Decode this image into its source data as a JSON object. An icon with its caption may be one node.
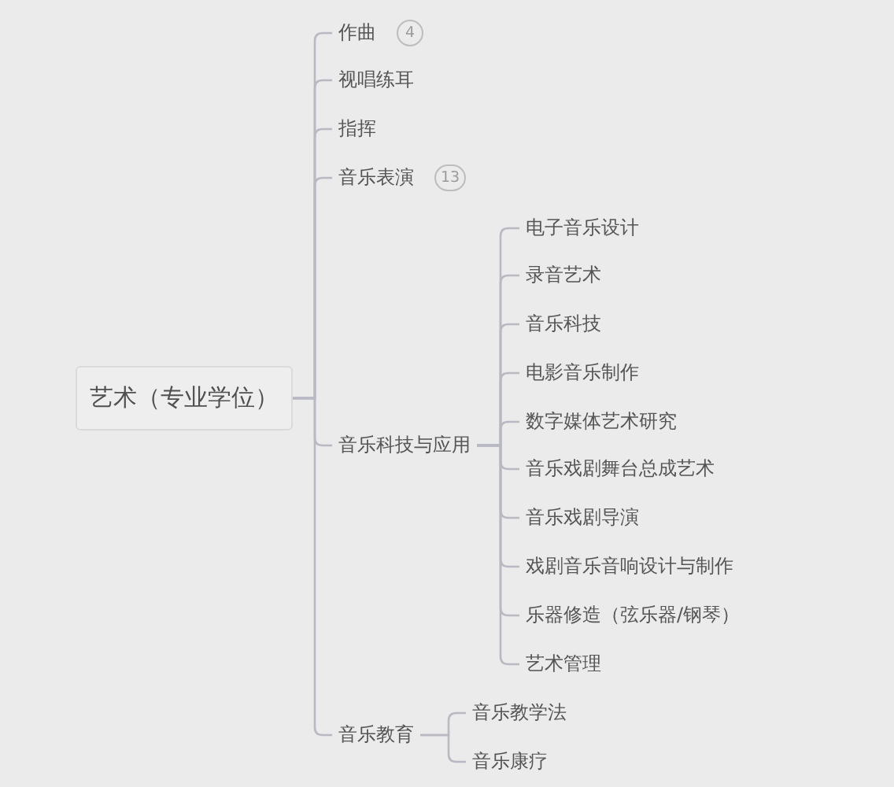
{
  "diagram": {
    "nodes": [
      {
        "text": [
          "艺术（专业学位）"
        ]
      },
      {
        "text": [
          "作曲"
        ],
        "beside": [
          "4"
        ]
      },
      {
        "text": [
          "视唱练耳"
        ]
      },
      {
        "text": [
          "指挥"
        ]
      },
      {
        "text": [
          "音乐表演"
        ],
        "beside": [
          "13"
        ]
      },
      {
        "text": [
          "音乐科技与应用"
        ]
      },
      {
        "text": [
          "电子音乐设计"
        ]
      },
      {
        "text": [
          "录音艺术"
        ]
      },
      {
        "text": [
          "音乐科技"
        ]
      },
      {
        "text": [
          "电影音乐制作"
        ]
      },
      {
        "text": [
          "数字媒体艺术研究"
        ]
      },
      {
        "text": [
          "音乐戏剧舞台总成艺术"
        ]
      },
      {
        "text": [
          "音乐戏剧导演"
        ]
      },
      {
        "text": [
          "戏剧音乐音响设计与制作"
        ]
      },
      {
        "text": [
          "乐器修造（弦乐器/钢琴）"
        ]
      },
      {
        "text": [
          "艺术管理"
        ]
      },
      {
        "text": [
          "音乐教育"
        ]
      },
      {
        "text": [
          "音乐教学法"
        ]
      },
      {
        "text": [
          "音乐康疗"
        ]
      }
    ],
    "edges": [
      {
        "from": 0,
        "to": 1,
        "arrow": "none"
      },
      {
        "from": 0,
        "to": 2,
        "arrow": "none"
      },
      {
        "from": 0,
        "to": 3,
        "arrow": "none"
      },
      {
        "from": 0,
        "to": 4,
        "arrow": "none"
      },
      {
        "from": 0,
        "to": 5,
        "arrow": "none"
      },
      {
        "from": 0,
        "to": 16,
        "arrow": "none"
      },
      {
        "from": 5,
        "to": 6,
        "arrow": "none"
      },
      {
        "from": 5,
        "to": 7,
        "arrow": "none"
      },
      {
        "from": 5,
        "to": 8,
        "arrow": "none"
      },
      {
        "from": 5,
        "to": 9,
        "arrow": "none"
      },
      {
        "from": 5,
        "to": 10,
        "arrow": "none"
      },
      {
        "from": 5,
        "to": 11,
        "arrow": "none"
      },
      {
        "from": 5,
        "to": 12,
        "arrow": "none"
      },
      {
        "from": 5,
        "to": 13,
        "arrow": "none"
      },
      {
        "from": 5,
        "to": 14,
        "arrow": "none"
      },
      {
        "from": 5,
        "to": 15,
        "arrow": "none"
      },
      {
        "from": 16,
        "to": 17,
        "arrow": "none"
      },
      {
        "from": 16,
        "to": 18,
        "arrow": "none"
      }
    ]
  }
}
